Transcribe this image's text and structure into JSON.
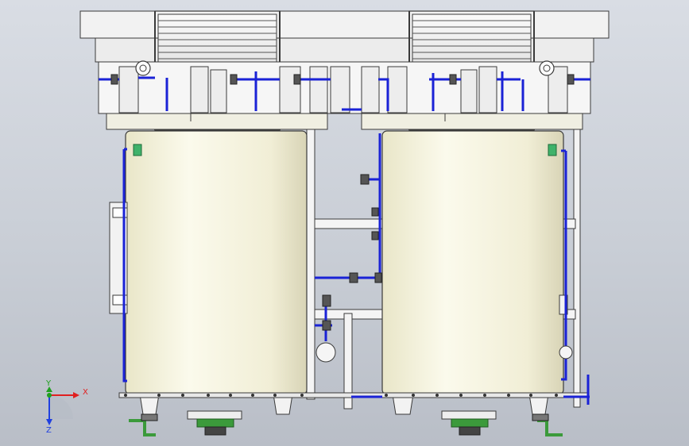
{
  "viewport": {
    "triad": {
      "x_label": "X",
      "y_label": "Y",
      "z_label": "Z"
    }
  },
  "colors": {
    "tank_fill": "#f4f1d9",
    "pipe": "#1a22d6",
    "outline": "#3a3a3a",
    "fitting_green": "#3b9a3b",
    "frame": "#f0f0f0",
    "background_top": "#d9dde4",
    "background_bottom": "#b9bec7",
    "x_axis": "#e02020",
    "y_axis": "#20a020",
    "z_axis": "#2040e0"
  }
}
